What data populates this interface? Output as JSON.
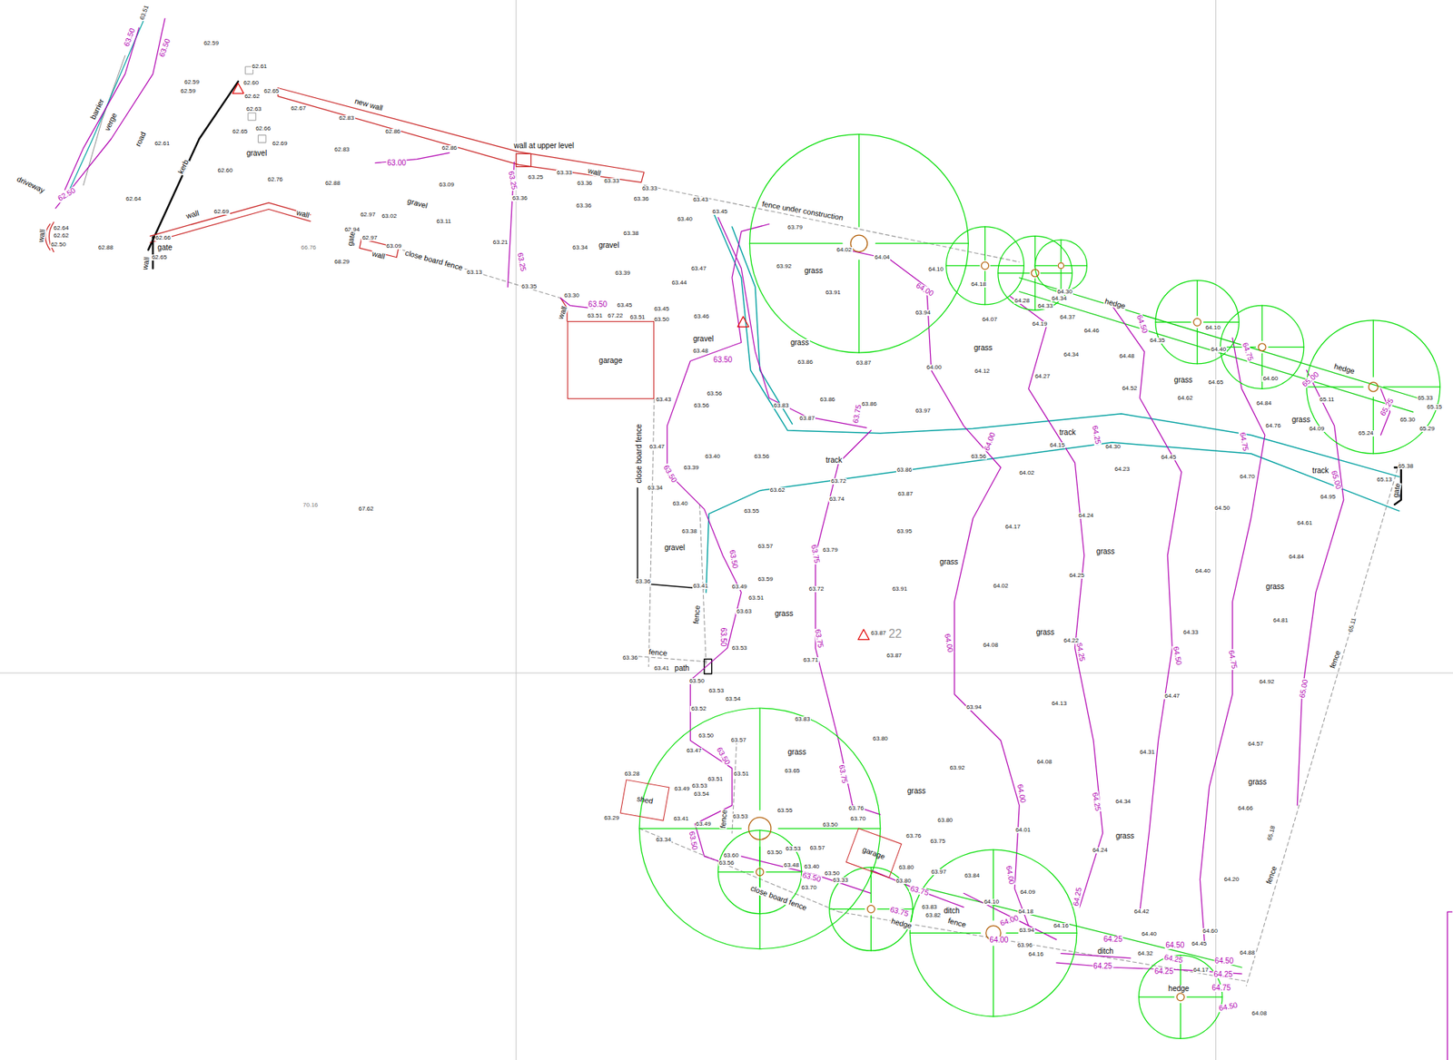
{
  "diagram": {
    "nodes": [
      {
        "text": [
          "garage"
        ]
      },
      {
        "text": [
          "shed"
        ]
      },
      {
        "text": [
          "garage"
        ]
      }
    ],
    "labels": [
      "63.51",
      "63.50",
      "63.50",
      "62.59",
      "62.61",
      "62.59",
      "62.59",
      "62.60",
      "62.62",
      "62.65",
      "barrier",
      "verge",
      "road",
      "kerb",
      "driveway",
      "62.61",
      "62.63",
      "62.66",
      "62.65",
      "62.69",
      "gravel",
      "62.67",
      "62.83",
      "new wall",
      "62.86",
      "62.83",
      "62.86",
      "63.00",
      "62.76",
      "62.60",
      "62.64",
      "62.88",
      "gravel",
      "63.09",
      "63.11",
      "wall",
      "62.69",
      "wall",
      "62.97",
      "63.02",
      "62.94",
      "62.97",
      "63.09",
      "close board fence",
      "63.13",
      "gate",
      "62.66",
      "62.65",
      "wall",
      "62.88",
      "wall",
      "62.64",
      "62.62",
      "62.50",
      "wall",
      "gate",
      "66.76",
      "68.29",
      "wall at upper level",
      "63.25",
      "63.25",
      "wall",
      "63.33",
      "63.36",
      "63.33",
      "63.33",
      "63.36",
      "63.36",
      "63.36",
      "63.38",
      "gravel",
      "63.34",
      "63.21",
      "63.39",
      "63.25",
      "63.35",
      "63.44",
      "63.47",
      "63.43",
      "63.40",
      "63.45",
      "fence under construction",
      "63.79",
      "64.02",
      "64.04",
      "64.10",
      "grass",
      "63.92",
      "63.91",
      "64.00",
      "63.94",
      "64.18",
      "64.28",
      "64.33",
      "64.34",
      "64.30",
      "64.07",
      "64.19",
      "64.37",
      "hedge",
      "64.50",
      "64.46",
      "64.35",
      "64.10",
      "64.40",
      "64.75",
      "64.60",
      "hedge",
      "65.00",
      "65.11",
      "65.33",
      "65.15",
      "65.25",
      "65.30",
      "65.29",
      "grass",
      "64.12",
      "64.00",
      "64.27",
      "64.34",
      "64.48",
      "64.52",
      "grass",
      "64.62",
      "64.65",
      "64.84",
      "grass",
      "64.76",
      "64.09",
      "65.24",
      "track",
      "track",
      "track",
      "64.15",
      "64.30",
      "64.45",
      "64.75",
      "64.70",
      "64.95",
      "65.00",
      "gate",
      "65.38",
      "65.13",
      "64.50",
      "64.61",
      "64.84",
      "64.81",
      "64.92",
      "grass",
      "fence",
      "65.00",
      "64.75",
      "64.50",
      "64.25",
      "64.25",
      "64.25",
      "64.00",
      "64.00",
      "64.00",
      "63.75",
      "63.75",
      "63.75",
      "63.75",
      "63.50",
      "63.50",
      "63.50",
      "63.50",
      "63.50",
      "63.50",
      "63.50",
      "63.30",
      "63.51",
      "67.22",
      "63.51",
      "63.45",
      "63.45",
      "63.50",
      "wall",
      "63.43",
      "63.48",
      "63.46",
      "gravel",
      "63.56",
      "63.56",
      "63.86",
      "63.87",
      "grass",
      "63.83",
      "63.86",
      "63.86",
      "63.97",
      "63.87",
      "63.47",
      "63.40",
      "63.56",
      "63.39",
      "close board fence",
      "63.34",
      "63.40",
      "63.62",
      "63.55",
      "63.72",
      "63.74",
      "63.86",
      "63.87",
      "63.56",
      "64.02",
      "64.23",
      "64.17",
      "64.24",
      "63.95",
      "63.79",
      "63.57",
      "63.38",
      "gravel",
      "grass",
      "grass",
      "64.25",
      "64.02",
      "63.91",
      "63.72",
      "63.59",
      "63.51",
      "63.49",
      "63.63",
      "grass",
      "63.36",
      "63.41",
      "fence",
      "64.40",
      "64.33",
      "64.22",
      "64.08",
      "grass",
      "63.87",
      "22",
      "63.87",
      "63.71",
      "63.53",
      "fence",
      "path",
      "63.36",
      "63.41",
      "63.50",
      "63.53",
      "63.54",
      "63.52",
      "63.94",
      "64.13",
      "64.47",
      "63.83",
      "grass",
      "63.80",
      "63.57",
      "63.50",
      "63.47",
      "63.65",
      "63.51",
      "63.92",
      "64.08",
      "64.31",
      "64.57",
      "grass",
      "64.34",
      "64.66",
      "grass",
      "63.28",
      "63.29",
      "63.41",
      "63.49",
      "63.53",
      "63.54",
      "63.51",
      "fence",
      "63.53",
      "63.49",
      "63.55",
      "63.76",
      "63.70",
      "63.50",
      "63.80",
      "63.76",
      "63.75",
      "64.01",
      "grass",
      "64.24",
      "63.34",
      "63.60",
      "63.56",
      "63.50",
      "63.53",
      "63.57",
      "63.48",
      "63.40",
      "63.50",
      "63.50",
      "63.75",
      "63.75",
      "close board fence",
      "63.70",
      "63.33",
      "63.80",
      "63.80",
      "63.97",
      "63.84",
      "64.09",
      "64.10",
      "64.18",
      "ditch",
      "fence",
      "hedge",
      "63.83",
      "63.82",
      "64.00",
      "64.00",
      "63.94",
      "63.96",
      "64.16",
      "64.16",
      "64.00",
      "64.25",
      "ditch",
      "64.25",
      "64.25",
      "64.25",
      "64.25",
      "64.42",
      "64.40",
      "64.32",
      "64.50",
      "64.45",
      "64.60",
      "64.50",
      "64.88",
      "hedge",
      "64.75",
      "64.50",
      "64.08",
      "64.17",
      "64.25",
      "64.20",
      "fence",
      "65.18",
      "65.11",
      "70.16",
      "67.62",
      "62.50"
    ]
  }
}
